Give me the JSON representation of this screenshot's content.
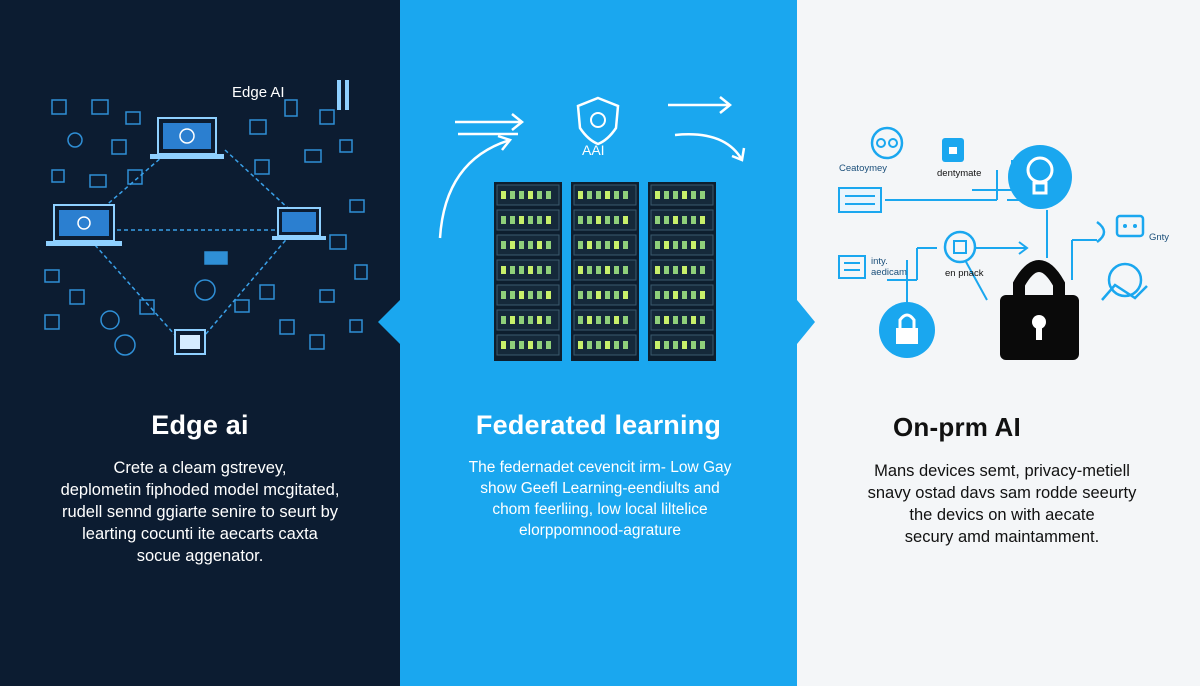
{
  "panels": [
    {
      "heading": "Edge ai",
      "diagram_label": "Edge AI",
      "body_lines": [
        "Crete a cleam gstrevey,",
        "deplometin fiphoded model mcgitated,",
        "rudell sennd ggiarte senire to seurt by",
        "learting cocunti ite aecarts caxta",
        "socue aggenator."
      ],
      "bg": "#0c1c31"
    },
    {
      "heading": "Federated learning",
      "diagram_label": "AAI",
      "body_lines": [
        "The federnadet cevencit irm- Low Gay",
        "show Geefl Learning-eendiults and",
        "chom feerliing, low local liltelice",
        "elorppomnood-agrature"
      ],
      "bg": "#1aa7ef"
    },
    {
      "heading": "On-prm AI",
      "body_lines": [
        "Mans devices semt, privacy-metiell",
        "snavy ostad davs sam rodde  seeurty",
        "the devics on with aecate",
        "secury amd maintamment."
      ],
      "diagram_labels": {
        "top_left": "Ceatoymey",
        "top_middle": "dentymate",
        "left_box": "inty. aedicam",
        "middle": "en pnack",
        "right": "Gnty"
      },
      "bg": "#f4f6f8",
      "accent": "#1aa7ef"
    }
  ],
  "icons": [
    "laptop-icon",
    "shield-icon",
    "server-rack-icon",
    "lightbulb-icon",
    "padlock-icon",
    "chat-icon",
    "document-icon"
  ]
}
